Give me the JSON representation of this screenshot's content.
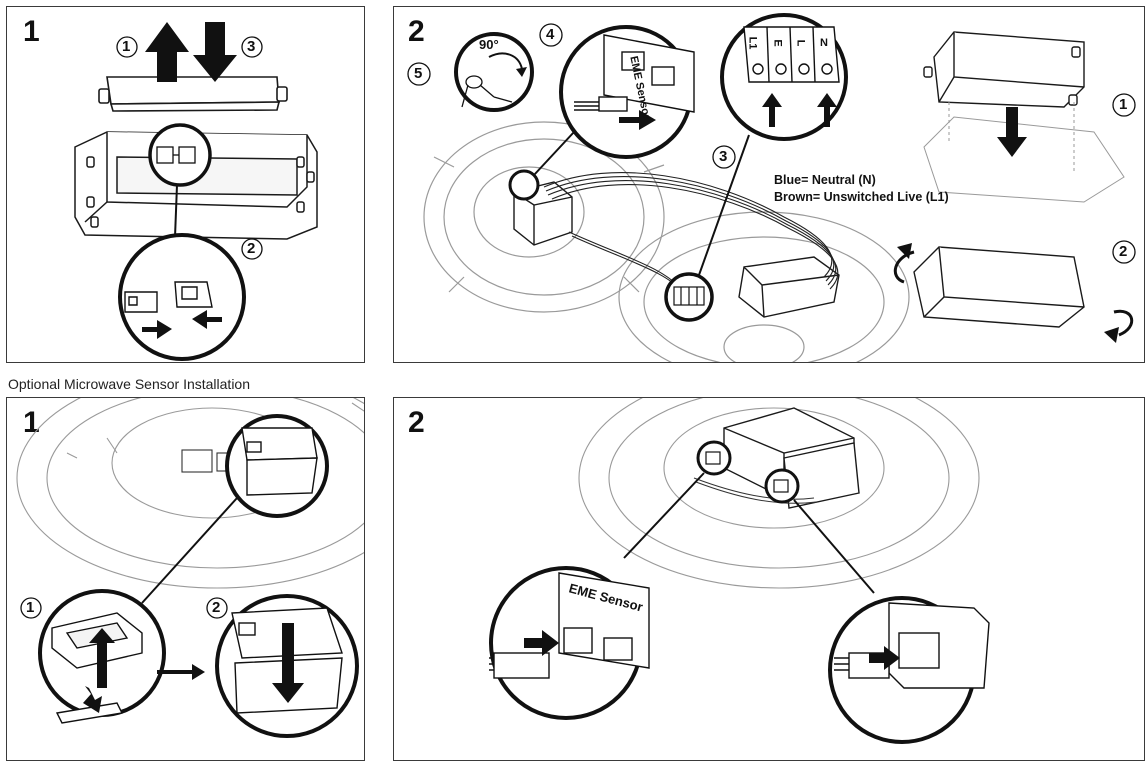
{
  "section_title": "Optional Microwave Sensor Installation",
  "top": {
    "step_a": "1",
    "step_b": "2"
  },
  "bottom": {
    "step_a": "1",
    "step_b": "2"
  },
  "callouts": {
    "p1": [
      "1",
      "2",
      "3"
    ],
    "p2": [
      "1",
      "2",
      "3",
      "4",
      "5"
    ],
    "p3": [
      "1",
      "2"
    ]
  },
  "angle_label": "90°",
  "wiring": {
    "blue": "Blue= Neutral (N)",
    "brown": "Brown= Unswitched Live (L1)"
  },
  "terminals": [
    "L1",
    "E",
    "L",
    "N"
  ],
  "sensor_label": "EME Sensor",
  "colors": {
    "line": "#1a1a1a",
    "light_line": "#9a9a9a",
    "fill": "#ffffff",
    "dark": "#111111"
  }
}
